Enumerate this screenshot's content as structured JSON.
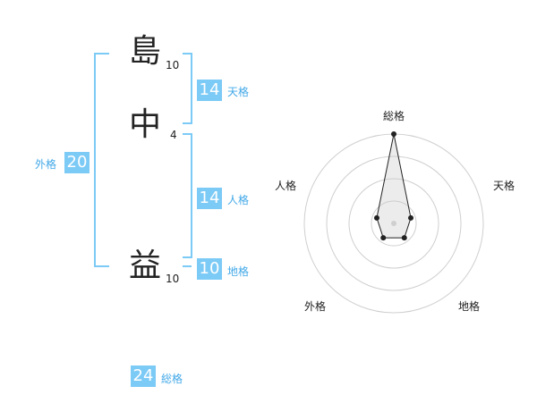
{
  "name": {
    "chars": [
      {
        "char": "島",
        "strokes": "10"
      },
      {
        "char": "中",
        "strokes": "4"
      },
      {
        "char": "益",
        "strokes": "10"
      }
    ]
  },
  "kakusu": {
    "tenkaku": {
      "label": "天格",
      "value": "14"
    },
    "jinkaku": {
      "label": "人格",
      "value": "14"
    },
    "chikaku": {
      "label": "地格",
      "value": "10"
    },
    "gaikaku": {
      "label": "外格",
      "value": "20"
    },
    "soukaku": {
      "label": "総格",
      "value": "24"
    }
  },
  "radar": {
    "labels": {
      "top": "総格",
      "right": "天格",
      "bottom_right": "地格",
      "bottom_left": "外格",
      "left": "人格"
    }
  },
  "chart_data": {
    "type": "radar",
    "axes": [
      "総格",
      "天格",
      "地格",
      "外格",
      "人格"
    ],
    "values": [
      5,
      1,
      1,
      1,
      1
    ],
    "rmax": 5,
    "rings": 4
  },
  "colors": {
    "accent": "#7ccaf6",
    "bracket": "#7ccaf6",
    "label": "#43a9e8"
  }
}
